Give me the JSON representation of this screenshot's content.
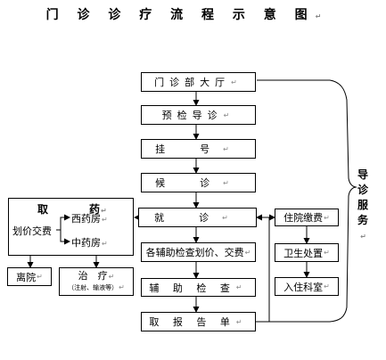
{
  "title": "门 诊 诊 疗 流 程 示 意 图",
  "para_mark": "↵",
  "main_flow": {
    "hall": "门诊部大厅",
    "precheck": "预检导诊",
    "register": "挂　号",
    "wait": "候　诊",
    "consult": "就　诊",
    "aux_pricing": "各辅助检查划价、交费",
    "aux_exam": "辅 助 检 查",
    "report": "取 报 告 单"
  },
  "side_flow": {
    "deposit": "住院缴费",
    "sanitation": "卫生处置",
    "admission": "入住科室"
  },
  "pharmacy": {
    "heading_left": "取",
    "heading_right": "药",
    "pricing": "划价交费",
    "western": "西药房",
    "chinese": "中药房"
  },
  "leave": "离院",
  "treatment": {
    "label": "治　疗",
    "note": "（注射、输液等）"
  },
  "guide_service": [
    "导",
    "诊",
    "服",
    "务"
  ]
}
